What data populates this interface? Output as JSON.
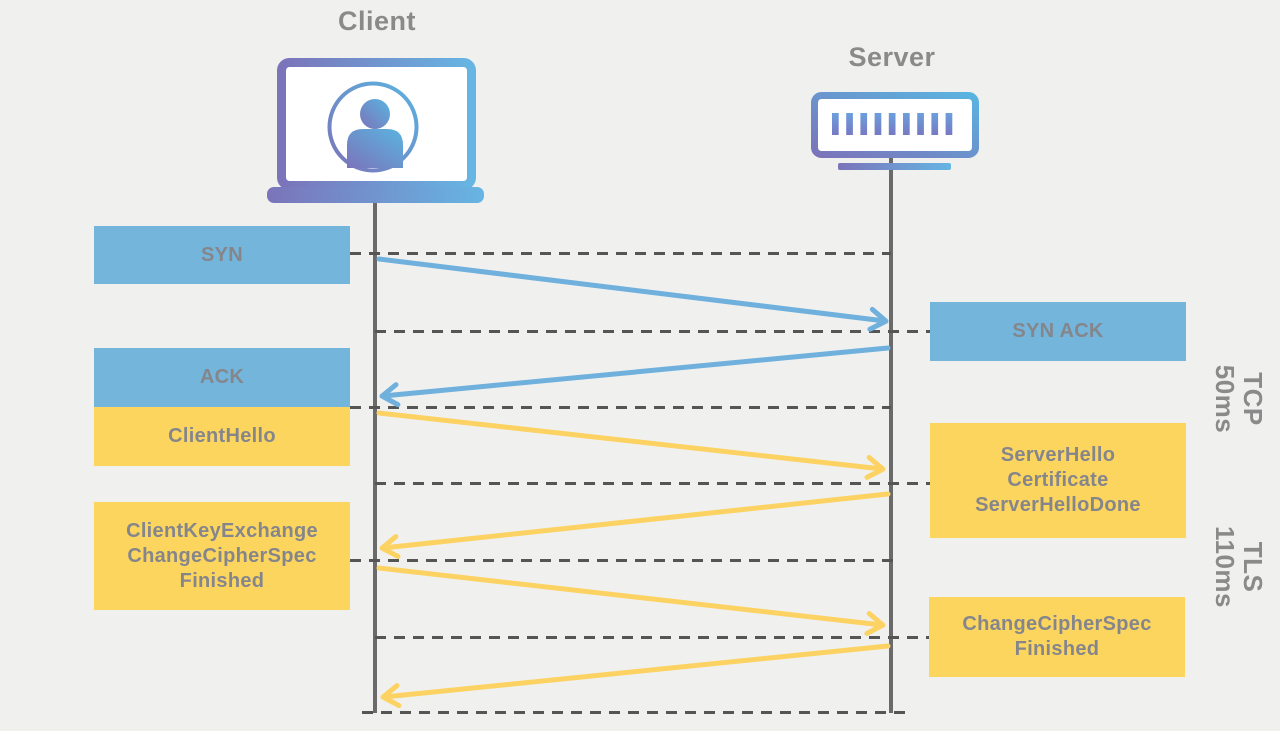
{
  "colors": {
    "background": "#f0f0ef",
    "tcp_fill": "#74b5dc",
    "tls_fill": "#fcd55f",
    "tcp_arrow": "#6fb0dd",
    "tls_arrow": "#fcd263",
    "heading_text": "#8a8a8a",
    "box_text": "#85868c",
    "lifeline": "#6a6a6a",
    "dashed_line": "#555555",
    "icon_purple": "#7b74ba",
    "icon_blue": "#66b5e3"
  },
  "actors": {
    "client": {
      "label": "Client",
      "icon": "laptop-user-icon"
    },
    "server": {
      "label": "Server",
      "icon": "server-rack-icon"
    }
  },
  "messages": {
    "left": [
      {
        "label": "SYN",
        "protocol": "TCP",
        "direction": "client-to-server"
      },
      {
        "label": "ACK",
        "protocol": "TCP",
        "direction": "client-to-server"
      },
      {
        "label": "ClientHello",
        "protocol": "TLS",
        "direction": "client-to-server"
      },
      {
        "label": "ClientKeyExchange\nChangeCipherSpec\nFinished",
        "protocol": "TLS",
        "direction": "client-to-server"
      }
    ],
    "right": [
      {
        "label": "SYN ACK",
        "protocol": "TCP",
        "direction": "server-to-client"
      },
      {
        "label": "ServerHello\nCertificate\nServerHelloDone",
        "protocol": "TLS",
        "direction": "server-to-client"
      },
      {
        "label": "ChangeCipherSpec\nFinished",
        "protocol": "TLS",
        "direction": "server-to-client"
      }
    ]
  },
  "phases": [
    {
      "label": "TCP",
      "duration": "50ms"
    },
    {
      "label": "TLS",
      "duration": "110ms"
    }
  ]
}
